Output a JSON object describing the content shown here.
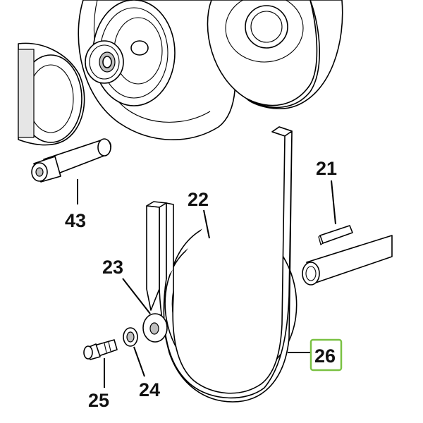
{
  "callouts": [
    {
      "id": "43",
      "label": "43"
    },
    {
      "id": "22",
      "label": "22"
    },
    {
      "id": "21",
      "label": "21"
    },
    {
      "id": "23",
      "label": "23"
    },
    {
      "id": "24",
      "label": "24"
    },
    {
      "id": "25",
      "label": "25"
    },
    {
      "id": "26",
      "label": "26",
      "highlighted": true
    }
  ],
  "colors": {
    "line": "#000000",
    "highlight": "#7ac143",
    "background": "#ffffff"
  }
}
